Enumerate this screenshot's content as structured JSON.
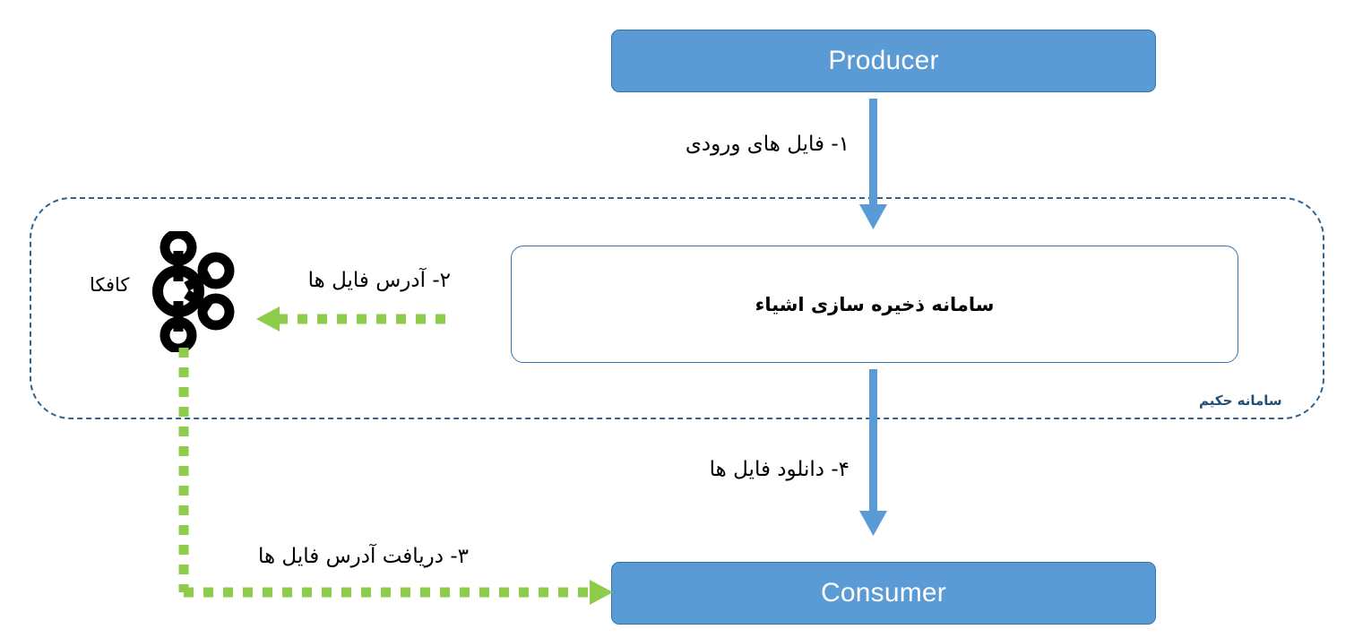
{
  "diagram": {
    "title": "سامانه حکیم",
    "colors": {
      "box_fill": "#5B9BD5",
      "box_stroke": "#2E75B6",
      "outline_box_stroke": "#2E75B6",
      "dashed_region_stroke": "#31628F",
      "arrow_blue": "#5B9BD5",
      "arrow_green": "#8ECC4C",
      "caption_text": "#1F4E79",
      "label_text": "#000000",
      "kafka_logo": "#000000",
      "box_text": "#FFFFFF"
    },
    "nodes": {
      "producer": {
        "label": "Producer"
      },
      "consumer": {
        "label": "Consumer"
      },
      "object_storage": {
        "label": "سامانه ذخیره سازی اشیاء"
      },
      "kafka": {
        "label": "کافکا",
        "icon": "kafka-logo-icon"
      }
    },
    "region": {
      "caption": "سامانه حکیم"
    },
    "flows": [
      {
        "step": "۱",
        "label": "۱- فایل های ورودی",
        "from": "producer",
        "to": "object_storage",
        "style": "solid",
        "color": "#5B9BD5",
        "direction": "down"
      },
      {
        "step": "۲",
        "label": "۲- آدرس فایل ها",
        "from": "object_storage",
        "to": "kafka",
        "style": "dotted",
        "color": "#8ECC4C",
        "direction": "left"
      },
      {
        "step": "۳",
        "label": "۳- دریافت آدرس فایل ها",
        "from": "kafka",
        "to": "consumer",
        "style": "dotted",
        "color": "#8ECC4C",
        "direction": "down-right"
      },
      {
        "step": "۴",
        "label": "۴- دانلود فایل ها",
        "from": "object_storage",
        "to": "consumer",
        "style": "solid",
        "color": "#5B9BD5",
        "direction": "down"
      }
    ]
  }
}
